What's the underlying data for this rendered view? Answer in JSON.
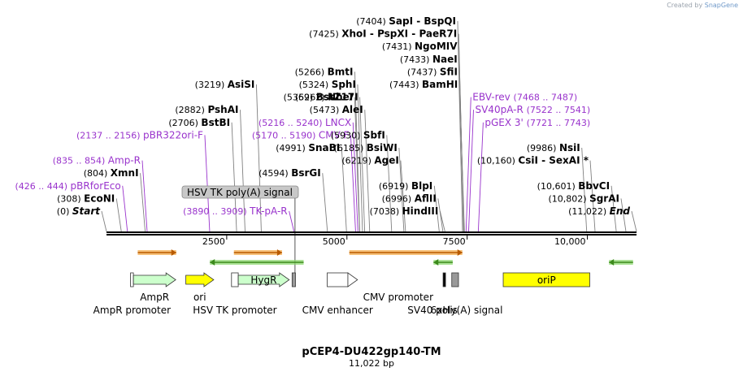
{
  "watermark": {
    "prefix": "Created by",
    "brand": "SnapGene"
  },
  "map": {
    "title": "pCEP4-DU422gp140-TM",
    "subtitle": "11,022 bp",
    "scale_ticks": [
      {
        "pos": 2500,
        "label": "2500"
      },
      {
        "pos": 5000,
        "label": "5000"
      },
      {
        "pos": 7500,
        "label": "7500"
      },
      {
        "pos": 10000,
        "label": "10,000"
      }
    ],
    "sites": [
      {
        "name": "Start",
        "pos": 0,
        "num": "(0)",
        "italic": true,
        "color": "#000000",
        "kind": "enzyme",
        "row": 0
      },
      {
        "name": "EcoNI",
        "pos": 308,
        "num": "(308)",
        "color": "#000000",
        "kind": "enzyme",
        "row": 1
      },
      {
        "name": "pBRforEco",
        "pos": 435,
        "num": "(426 .. 444)",
        "color": "#9933cc",
        "kind": "primer",
        "row": 2
      },
      {
        "name": "XmnI",
        "pos": 804,
        "num": "(804)",
        "color": "#000000",
        "kind": "enzyme",
        "row": 3
      },
      {
        "name": "Amp-R",
        "pos": 845,
        "num": "(835 .. 854)",
        "color": "#9933cc",
        "kind": "primer",
        "row": 4
      },
      {
        "name": "pBR322ori-F",
        "pos": 2146,
        "num": "(2137 .. 2156)",
        "color": "#9933cc",
        "kind": "primer",
        "row": 6
      },
      {
        "name": "BstBI",
        "pos": 2706,
        "num": "(2706)",
        "color": "#000000",
        "kind": "enzyme",
        "row": 7
      },
      {
        "name": "PshAI",
        "pos": 2882,
        "num": "(2882)",
        "color": "#000000",
        "kind": "enzyme",
        "row": 8
      },
      {
        "name": "AsiSI",
        "pos": 3219,
        "num": "(3219)",
        "color": "#000000",
        "kind": "enzyme",
        "row": 10
      },
      {
        "name": "TK-pA-R",
        "pos": 3899,
        "num": "(3890 .. 3909)",
        "color": "#9933cc",
        "kind": "primer",
        "row": 0
      },
      {
        "name": "BsrGI",
        "pos": 4594,
        "num": "(4594)",
        "color": "#000000",
        "kind": "enzyme",
        "row": 3
      },
      {
        "name": "SnaBI",
        "pos": 4991,
        "num": "(4991)",
        "color": "#000000",
        "kind": "enzyme",
        "row": 5
      },
      {
        "name": "CMV-F",
        "pos": 5180,
        "num": "(5170 .. 5190)",
        "color": "#9933cc",
        "kind": "primer",
        "row": 6
      },
      {
        "name": "LNCX",
        "pos": 5228,
        "num": "(5216 .. 5240)",
        "color": "#9933cc",
        "kind": "primer",
        "row": 7
      },
      {
        "name": "NheI",
        "pos": 5262,
        "num": "(5262)",
        "color": "#000000",
        "kind": "enzyme",
        "row": 9
      },
      {
        "name": "BmtI",
        "pos": 5266,
        "num": "(5266)",
        "color": "#000000",
        "kind": "enzyme",
        "row": 11
      },
      {
        "name": "SphI",
        "pos": 5324,
        "num": "(5324)",
        "color": "#000000",
        "kind": "enzyme",
        "row": 10
      },
      {
        "name": "BstZ17I",
        "pos": 5369,
        "num": "(5369)",
        "color": "#000000",
        "kind": "enzyme",
        "row": 9
      },
      {
        "name": "AleI",
        "pos": 5473,
        "num": "(5473)",
        "color": "#000000",
        "kind": "enzyme",
        "row": 8
      },
      {
        "name": "SbfI",
        "pos": 5930,
        "num": "(5930)",
        "color": "#000000",
        "kind": "enzyme",
        "row": 6
      },
      {
        "name": "BsiWI",
        "pos": 6185,
        "num": "(6185)",
        "color": "#000000",
        "kind": "enzyme",
        "row": 5
      },
      {
        "name": "AgeI",
        "pos": 6219,
        "num": "(6219)",
        "color": "#000000",
        "kind": "enzyme",
        "row": 4
      },
      {
        "name": "BlpI",
        "pos": 6919,
        "num": "(6919)",
        "color": "#000000",
        "kind": "enzyme",
        "row": 2
      },
      {
        "name": "AflII",
        "pos": 6996,
        "num": "(6996)",
        "color": "#000000",
        "kind": "enzyme",
        "row": 1
      },
      {
        "name": "HindIII",
        "pos": 7038,
        "num": "(7038)",
        "color": "#000000",
        "kind": "enzyme",
        "row": 0
      },
      {
        "name": "SapI  -  BspQI",
        "pos": 7404,
        "num": "(7404)",
        "color": "#000000",
        "kind": "enzyme",
        "row": 15
      },
      {
        "name": "XhoI  -  PspXI  -  PaeR7I",
        "pos": 7425,
        "num": "(7425)",
        "color": "#000000",
        "kind": "enzyme",
        "row": 14
      },
      {
        "name": "NgoMIV",
        "pos": 7431,
        "num": "(7431)",
        "color": "#000000",
        "kind": "enzyme",
        "row": 13
      },
      {
        "name": "NaeI",
        "pos": 7433,
        "num": "(7433)",
        "color": "#000000",
        "kind": "enzyme",
        "row": 12
      },
      {
        "name": "SfiI",
        "pos": 7437,
        "num": "(7437)",
        "color": "#000000",
        "kind": "enzyme",
        "row": 11
      },
      {
        "name": "BamHI",
        "pos": 7443,
        "num": "(7443)",
        "color": "#000000",
        "kind": "enzyme",
        "row": 10
      },
      {
        "name": "EBV-rev",
        "pos": 7477,
        "num": "(7468 .. 7487)",
        "color": "#9933cc",
        "kind": "primer",
        "row": 9,
        "right": true
      },
      {
        "name": "SV40pA-R",
        "pos": 7531,
        "num": "(7522 .. 7541)",
        "color": "#9933cc",
        "kind": "primer",
        "row": 8,
        "right": true
      },
      {
        "name": "pGEX 3'",
        "pos": 7732,
        "num": "(7721 .. 7743)",
        "color": "#9933cc",
        "kind": "primer",
        "row": 7,
        "right": true
      },
      {
        "name": "NsiI",
        "pos": 9986,
        "num": "(9986)",
        "color": "#000000",
        "kind": "enzyme",
        "row": 5
      },
      {
        "name": "CsiI  -  SexAI *",
        "pos": 10160,
        "num": "(10,160)",
        "color": "#000000",
        "kind": "enzyme",
        "row": 4
      },
      {
        "name": "BbvCI",
        "pos": 10601,
        "num": "(10,601)",
        "color": "#000000",
        "kind": "enzyme",
        "row": 2
      },
      {
        "name": "SgrAI",
        "pos": 10802,
        "num": "(10,802)",
        "color": "#000000",
        "kind": "enzyme",
        "row": 1
      },
      {
        "name": "End",
        "pos": 11022,
        "num": "(11,022)",
        "italic": true,
        "color": "#000000",
        "kind": "enzyme",
        "row": 0
      }
    ],
    "callout": {
      "label": "HSV TK poly(A) signal",
      "pos": 3920
    },
    "orfs": [
      {
        "start": 650,
        "end": 1450,
        "dir": 1
      },
      {
        "start": 2650,
        "end": 3650,
        "dir": 1
      },
      {
        "start": 2150,
        "end": 4100,
        "dir": -1
      },
      {
        "start": 5050,
        "end": 7400,
        "dir": 1
      },
      {
        "start": 6800,
        "end": 7200,
        "dir": -1
      },
      {
        "start": 10450,
        "end": 10950,
        "dir": -1
      }
    ],
    "features": [
      {
        "name": "AmpR promoter",
        "start": 500,
        "end": 560,
        "type": "box",
        "fill": "#ffffff",
        "label_row": 1
      },
      {
        "name": "AmpR",
        "start": 560,
        "end": 1440,
        "type": "arrow",
        "fill": "#ccffcc",
        "label_row": 0
      },
      {
        "name": "ori",
        "start": 1650,
        "end": 2230,
        "type": "arrow",
        "fill": "#ffff00",
        "label_row": 0
      },
      {
        "name": "HSV TK promoter",
        "start": 2600,
        "end": 2740,
        "type": "box",
        "fill": "#ffffff",
        "label_row": 1
      },
      {
        "name": "HygR",
        "start": 2740,
        "end": 3800,
        "type": "arrow",
        "fill": "#ccffcc",
        "label_row": -1
      },
      {
        "name": "",
        "start": 3860,
        "end": 3930,
        "type": "box",
        "fill": "#999999",
        "label_row": -2
      },
      {
        "name": "CMV enhancer",
        "start": 4590,
        "end": 5020,
        "type": "box",
        "fill": "#ffffff",
        "label_row": 1
      },
      {
        "name": "CMV promoter",
        "start": 5020,
        "end": 5220,
        "type": "arrow",
        "fill": "#ffffff",
        "label_row": 0
      },
      {
        "name": "6xHis",
        "start": 7000,
        "end": 7040,
        "type": "box",
        "fill": "#000000",
        "label_row": 1
      },
      {
        "name": "SV40 poly(A) signal",
        "start": 7180,
        "end": 7320,
        "type": "box",
        "fill": "#999999",
        "label_row": 1
      },
      {
        "name": "oriP",
        "start": 8250,
        "end": 10050,
        "type": "box",
        "fill": "#ffff00",
        "label_row": -1
      }
    ]
  }
}
